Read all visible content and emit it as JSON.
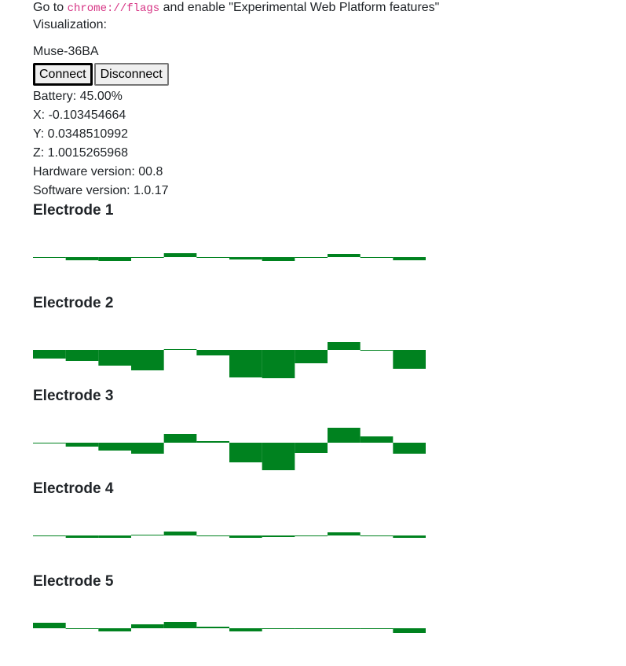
{
  "intro": {
    "prefix": "Go to ",
    "code": "chrome://flags",
    "suffix": " and enable \"Experimental Web Platform features\""
  },
  "visualization_label": "Visualization:",
  "device_name": "Muse-36BA",
  "buttons": {
    "connect": "Connect",
    "disconnect": "Disconnect"
  },
  "status": {
    "battery": "Battery: 45.00%",
    "x": "X: -0.103454664",
    "y": "Y: 0.0348510992",
    "z": "Z: 1.0015265968",
    "hardware": "Hardware version: 00.8",
    "software": "Software version: 1.0.17"
  },
  "colors": {
    "bar": "#00821f",
    "text": "#212529",
    "code": "#d63384"
  },
  "electrodes": [
    {
      "title": "Electrode 1",
      "values": [
        0,
        -4,
        -5,
        0,
        5,
        0,
        -3,
        -5,
        0,
        4,
        0,
        -4
      ]
    },
    {
      "title": "Electrode 2",
      "values": [
        -11,
        -14,
        -20,
        -26,
        1,
        -7,
        -35,
        -36,
        -17,
        10,
        0,
        -24
      ]
    },
    {
      "title": "Electrode 3",
      "values": [
        0,
        -5,
        -10,
        -14,
        11,
        2,
        -25,
        -35,
        -13,
        19,
        8,
        -14
      ]
    },
    {
      "title": "Electrode 4",
      "values": [
        0,
        -3,
        -3,
        1,
        5,
        0,
        -3,
        -2,
        0,
        4,
        0,
        -3
      ]
    },
    {
      "title": "Electrode 5",
      "values": [
        7,
        -1,
        -4,
        5,
        8,
        2,
        -4,
        -1,
        0,
        -1,
        0,
        -6
      ]
    }
  ]
}
